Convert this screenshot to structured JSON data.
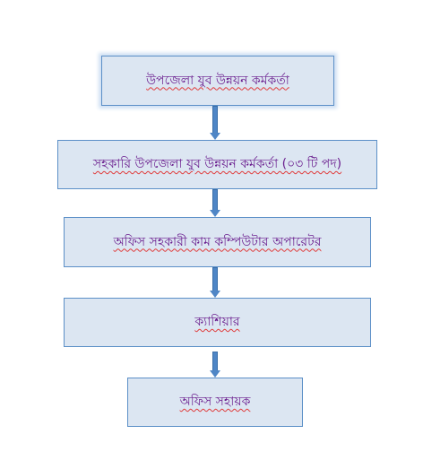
{
  "org_chart": {
    "levels": [
      {
        "label": "উপজেলা যুব উন্নয়ন কর্মকর্তা"
      },
      {
        "label": "সহকারি উপজেলা যুব উন্নয়ন কর্মকর্তা (০৩ টি পদ)"
      },
      {
        "label": "অফিস সহকারী কাম কম্পিউটার অপারেটর"
      },
      {
        "label": "ক্যাশিয়ার"
      },
      {
        "label": "অফিস সহায়ক"
      }
    ],
    "colors": {
      "box_fill": "#dce6f2",
      "box_border": "#5b8fc7",
      "text": "#6b1f8f",
      "arrow": "#4f86c6",
      "spellcheck_underline": "#e03b3b"
    }
  }
}
